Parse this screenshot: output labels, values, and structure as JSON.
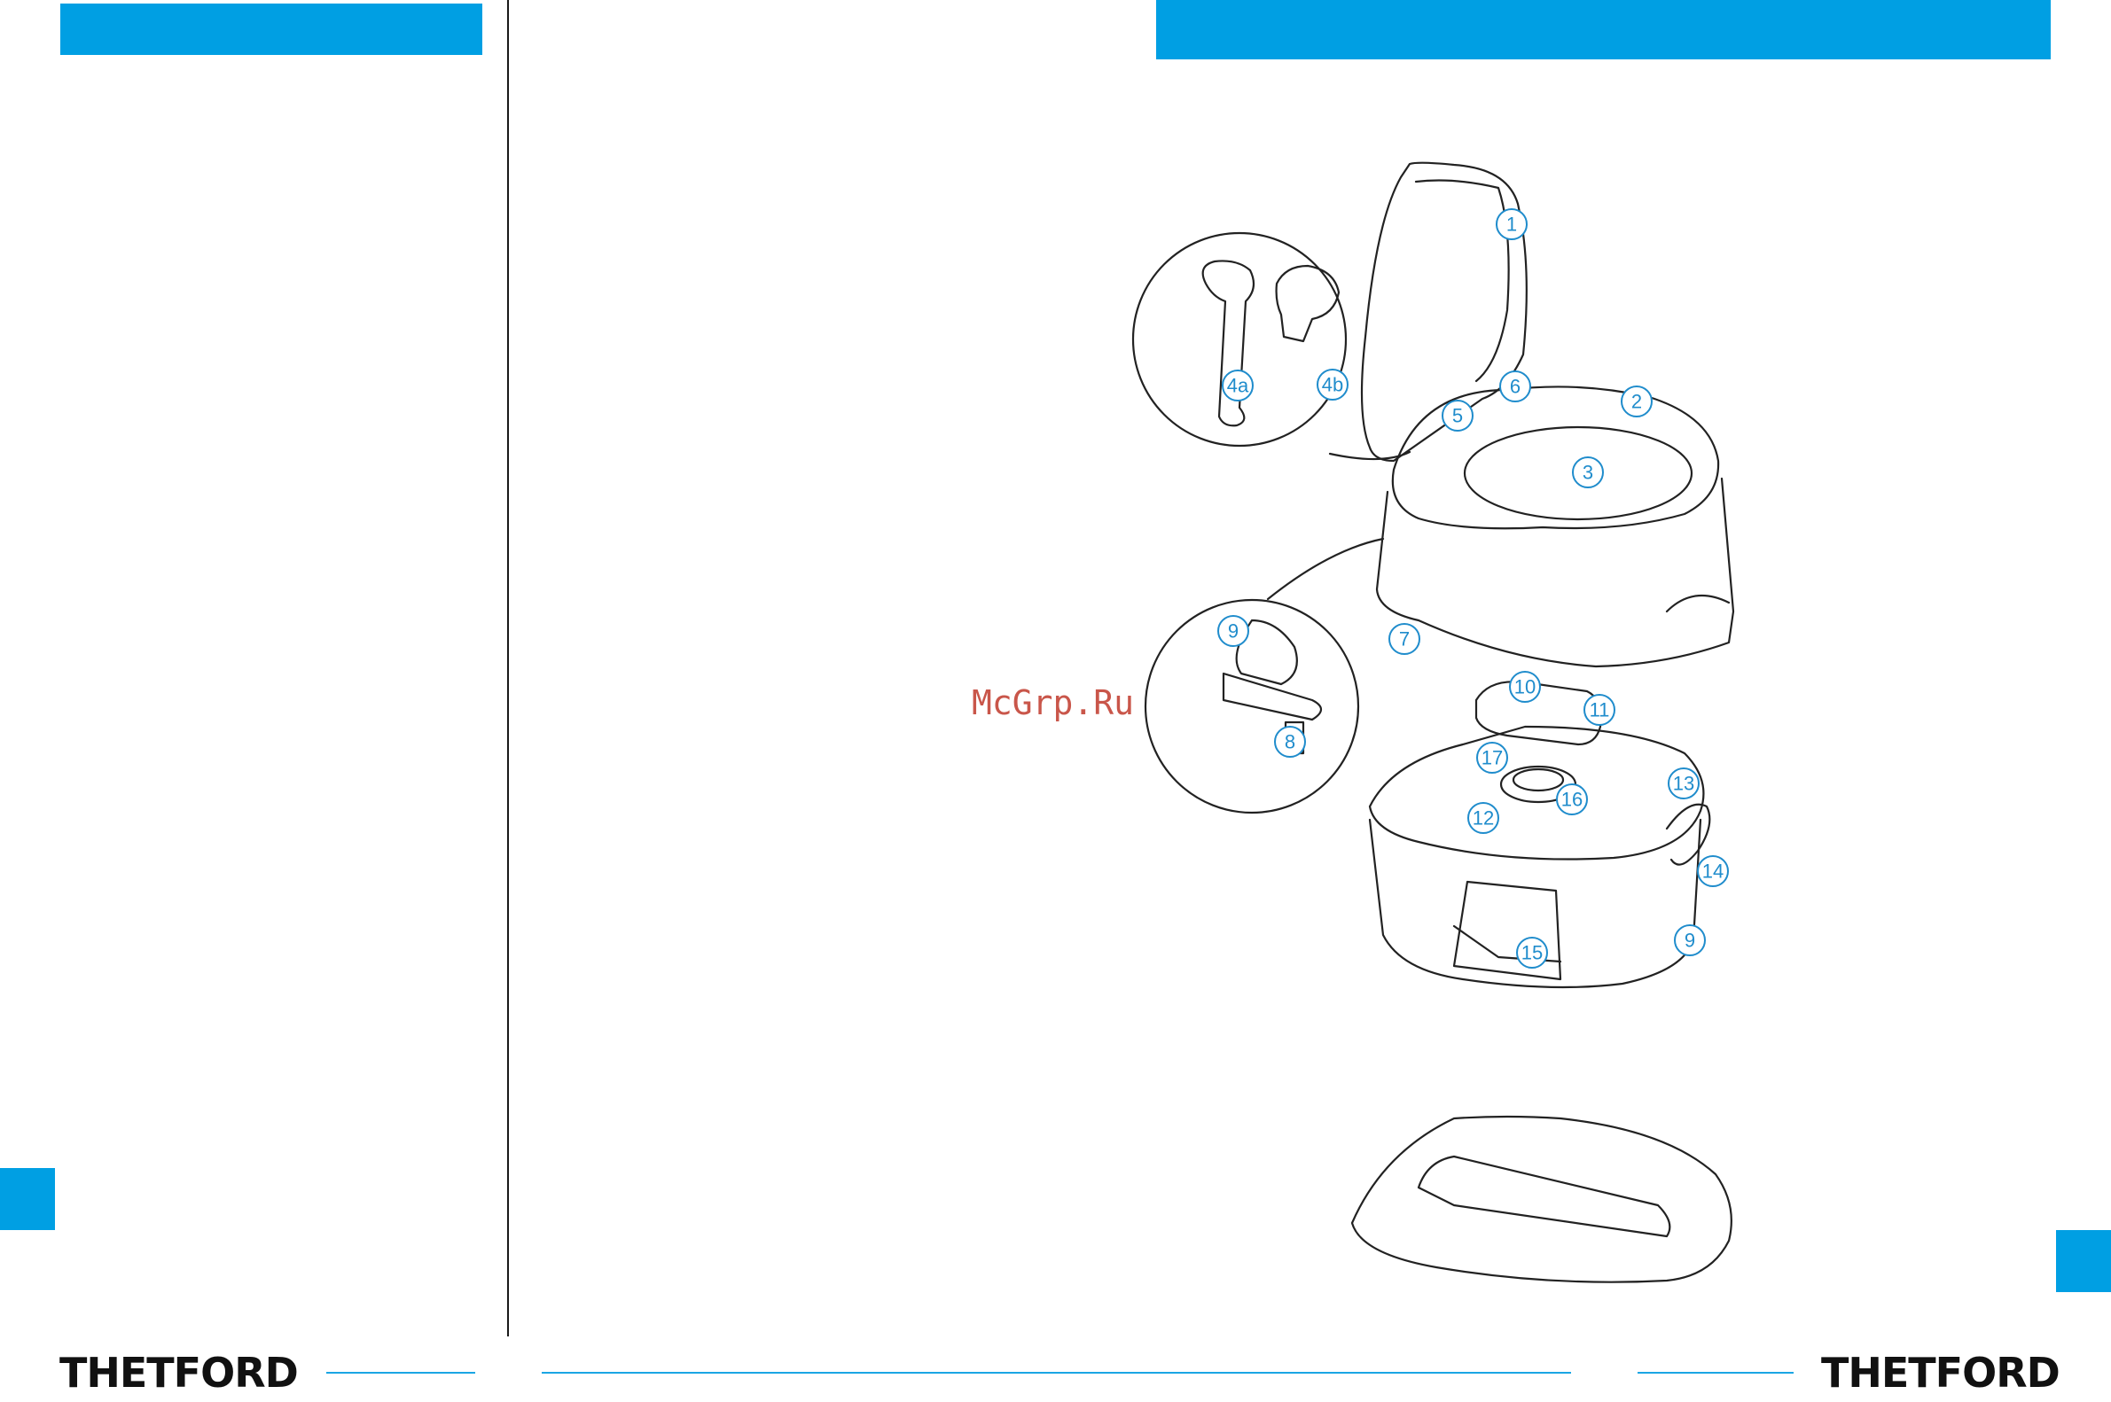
{
  "header": {
    "left_bar_color": "#009fe3",
    "right_bar_color": "#009fe3"
  },
  "side_tabs": {
    "color": "#009fe3"
  },
  "watermark": "McGrp.Ru",
  "footer": {
    "brand_left": "THETFORD",
    "brand_right": "THETFORD",
    "rule_color": "#1aa6e4"
  },
  "diagram": {
    "callouts": [
      "1",
      "2",
      "3",
      "4a",
      "4b",
      "5",
      "6",
      "7",
      "8",
      "9",
      "9",
      "10",
      "11",
      "12",
      "13",
      "14",
      "15",
      "16",
      "17"
    ]
  }
}
